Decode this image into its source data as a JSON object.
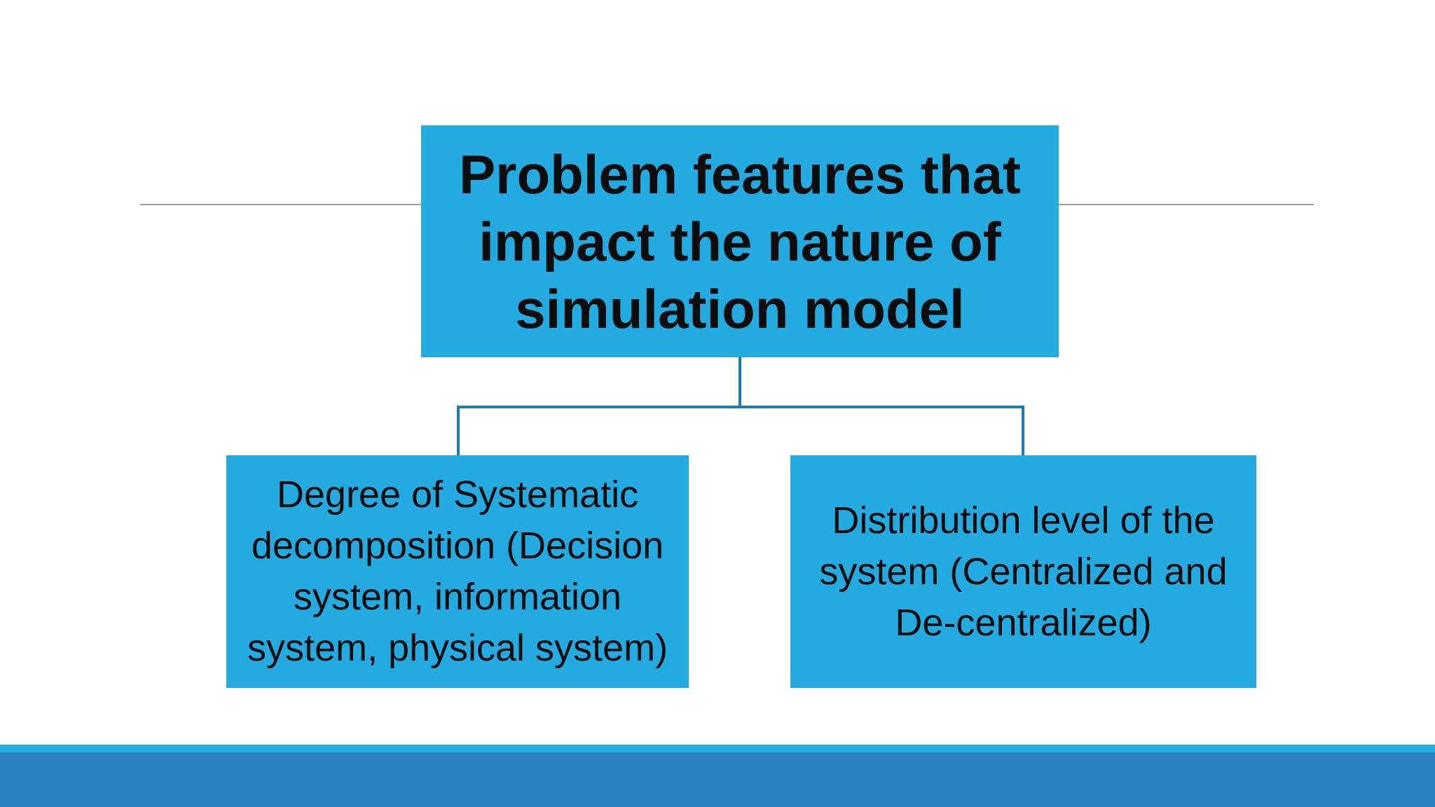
{
  "slide": {
    "background_color": "#ffffff",
    "divider_line_color": "#9e9ea0",
    "connector_color": "#1d7db3",
    "node_fill_color": "#23aae1",
    "text_color": "#0d0d0d",
    "footer_strip_color": "#22ace3",
    "footer_band_color": "#2981c2"
  },
  "diagram": {
    "root": {
      "text": "Problem features that impact the nature of simulation model",
      "lines": [
        "Problem features that",
        "impact the nature of",
        "simulation model"
      ]
    },
    "children": [
      {
        "text": "Degree of Systematic decomposition (Decision system, information system, physical system)",
        "lines": [
          "Degree of Systematic",
          "decomposition (Decision",
          "system, information",
          "system, physical system)"
        ]
      },
      {
        "text": "Distribution level of the system (Centralized and De-centralized)",
        "lines": [
          "Distribution level of the",
          "system (Centralized and",
          "De-centralized)"
        ]
      }
    ]
  }
}
